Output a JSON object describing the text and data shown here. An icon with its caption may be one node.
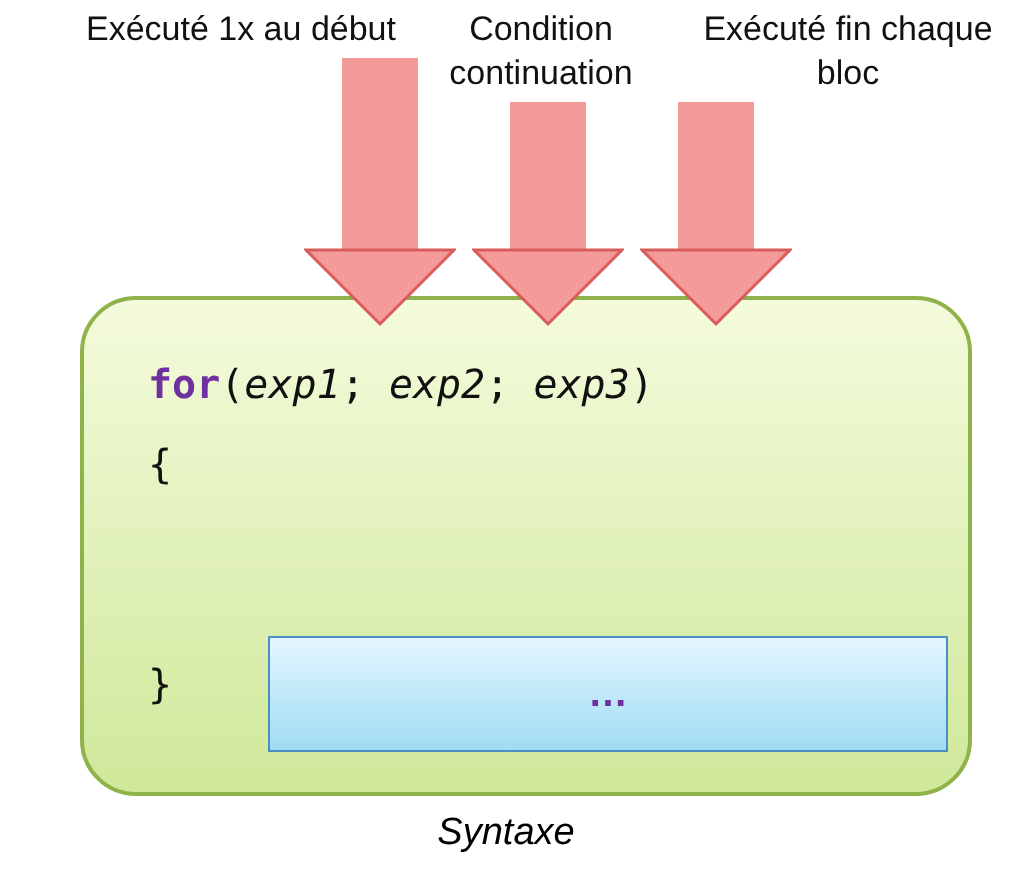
{
  "diagram": {
    "nodes": [
      {
        "text": [
          "Exécuté 1x au début"
        ]
      },
      {
        "text": [
          "Condition continuation"
        ]
      },
      {
        "text": [
          "Exécuté fin chaque bloc"
        ]
      },
      {
        "text": [
          "**for**(*exp1*; *exp2*; *exp3*)",
          "{",
          "}"
        ]
      },
      {
        "text": [
          "…"
        ],
        "in": 3
      }
    ],
    "edges": [
      {
        "from": 0,
        "to": 3,
        "arrow": "to"
      },
      {
        "from": 1,
        "to": 3,
        "arrow": "to"
      },
      {
        "from": 2,
        "to": 3,
        "arrow": "to"
      }
    ],
    "caption": "Syntaxe"
  }
}
